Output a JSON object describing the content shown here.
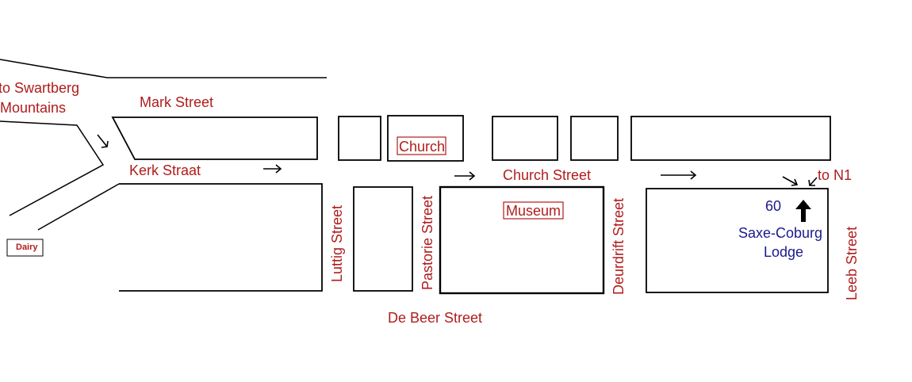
{
  "map": {
    "labels": {
      "to_swartberg_line1": "to Swartberg",
      "to_swartberg_line2": "Mountains",
      "mark_street": "Mark Street",
      "kerk_straat": "Kerk Straat",
      "church": "Church",
      "church_street": "Church Street",
      "to_n1": "to N1",
      "museum": "Museum",
      "luttig_street": "Luttig Street",
      "pastorie_street": "Pastorie Street",
      "deurdrift_street": "Deurdrift Street",
      "leeb_street": "Leeb Street",
      "de_beer_street": "De Beer Street",
      "dairy": "Dairy",
      "lodge_number": "60",
      "lodge_name_line1": "Saxe-Coburg",
      "lodge_name_line2": "Lodge"
    },
    "colors": {
      "street_label": "#b01c1c",
      "lodge_label": "#1a1a8c",
      "lines": "#000000"
    },
    "icons": {
      "lodge_marker": "up-arrow-icon"
    }
  }
}
